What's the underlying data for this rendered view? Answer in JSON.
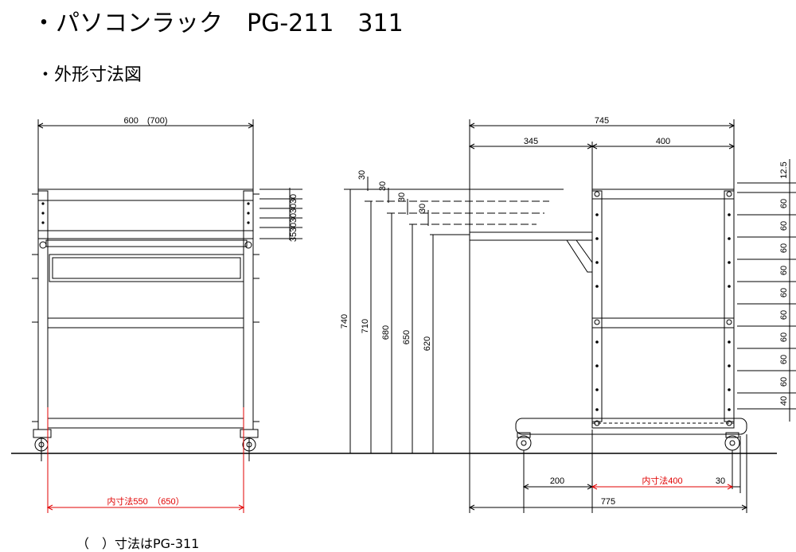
{
  "title": "・パソコンラック　PG-211　311",
  "subtitle": "・外形寸法図",
  "footnote": "（　）寸法はPG-311",
  "colors": {
    "line": "#000000",
    "dim_red": "#e00000"
  },
  "front_view": {
    "width_dim": "600　(700)",
    "inner_dim": "内寸法550　（650）",
    "pitch_labels": [
      "30",
      "30",
      "30",
      "30",
      "35"
    ]
  },
  "heights": {
    "labels": [
      "740",
      "710",
      "680",
      "650",
      "620"
    ],
    "top_labels": [
      "30",
      "30",
      "30",
      "30"
    ]
  },
  "side_view": {
    "total_depth": "745",
    "depth_a": "345",
    "depth_b": "400",
    "top_offset": "12.5",
    "pitch_labels": [
      "60",
      "60",
      "60",
      "60",
      "60",
      "60",
      "60",
      "60",
      "60",
      "40"
    ],
    "bottom_a": "200",
    "bottom_inner": "内寸法400",
    "bottom_c": "30",
    "base_total": "775"
  }
}
